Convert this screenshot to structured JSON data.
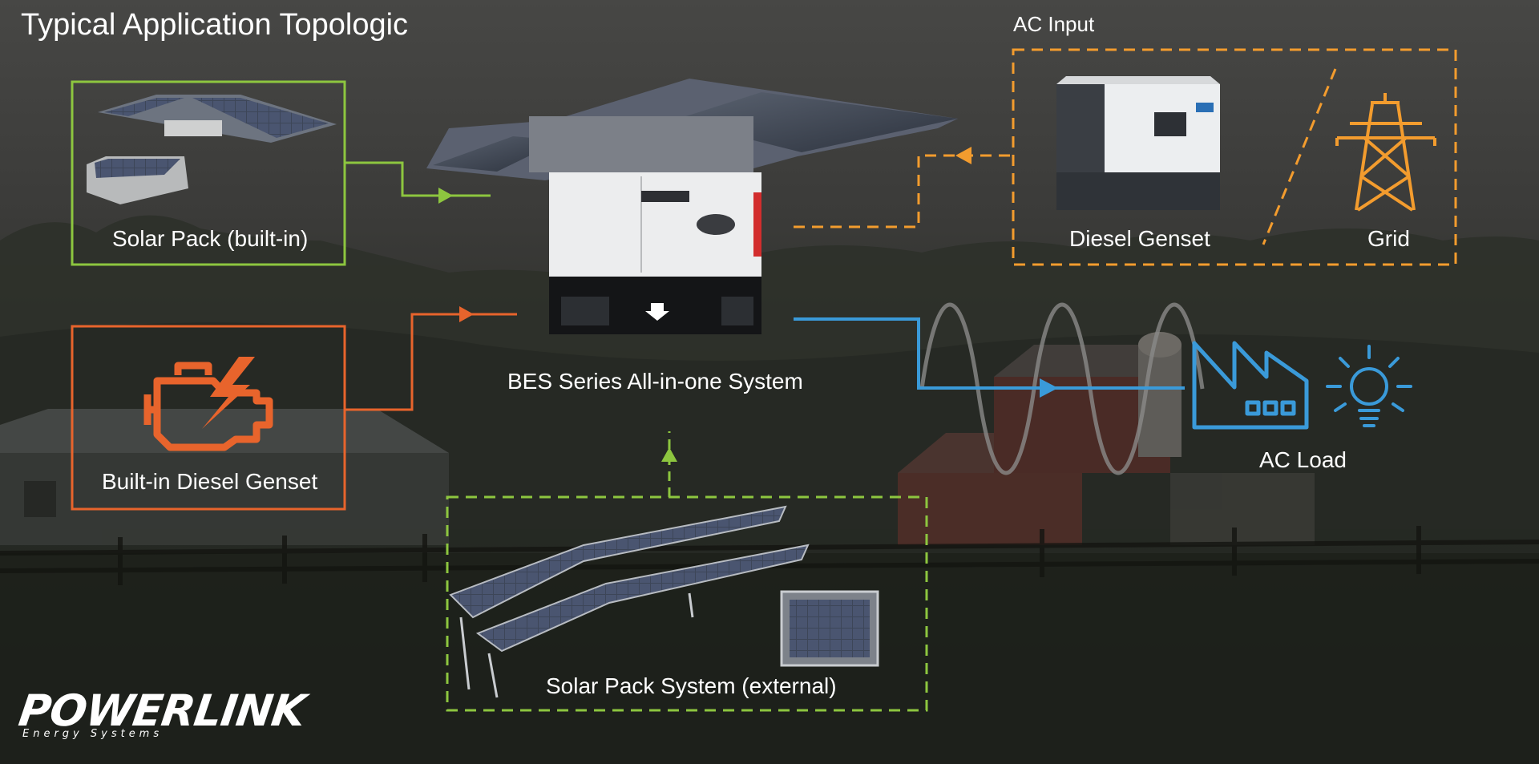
{
  "title": "Typical Application Topologic",
  "ac_input": {
    "label": "AC Input",
    "genset_label": "Diesel Genset",
    "grid_label": "Grid"
  },
  "solar_builtin": {
    "label": "Solar Pack (built-in)"
  },
  "diesel_builtin": {
    "label": "Built-in Diesel Genset"
  },
  "system": {
    "label": "BES Series All-in-one System"
  },
  "solar_external": {
    "label": "Solar Pack System (external)"
  },
  "ac_load": {
    "label": "AC Load"
  },
  "logo": {
    "brand": "POWERLINK",
    "tagline": "Energy Systems"
  },
  "colors": {
    "green": "#8dc63f",
    "orange_solid": "#e8642c",
    "orange_dashed": "#f39c2e",
    "blue": "#3a9ad9",
    "text": "#ffffff"
  },
  "icons": [
    "engine-warning-icon",
    "power-tower-icon",
    "factory-icon",
    "light-bulb-icon",
    "sine-wave-icon"
  ]
}
